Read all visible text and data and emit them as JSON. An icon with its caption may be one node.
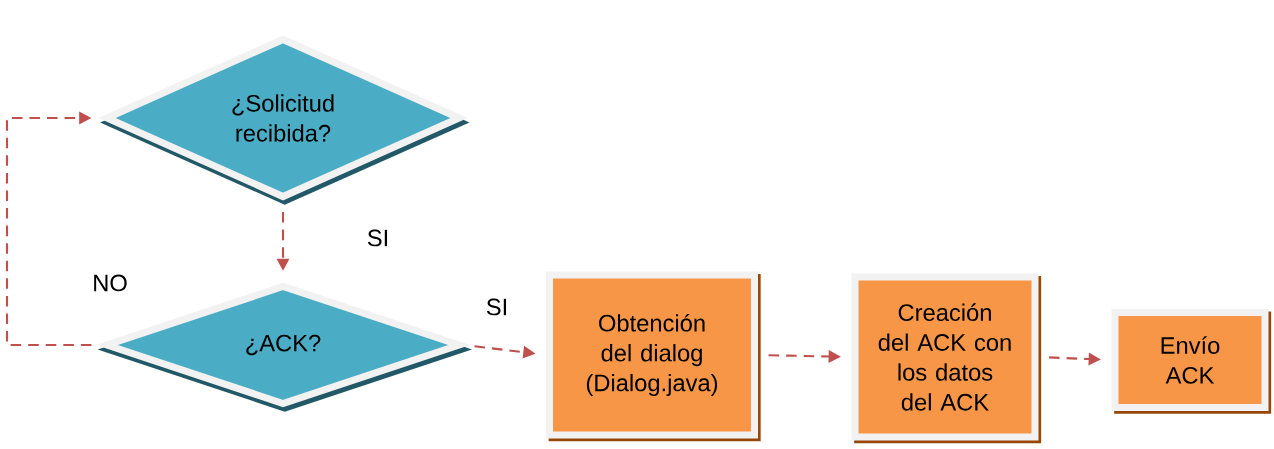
{
  "diagram": {
    "nodes": [
      {
        "text": [
          "¿Solicitud recibida?"
        ]
      },
      {
        "text": [
          "¿ACK?"
        ]
      },
      {
        "text": [
          "Obtención del dialog (Dialog.java)"
        ]
      },
      {
        "text": [
          "Creación del ACK con los datos del ACK"
        ]
      },
      {
        "text": [
          "Envío ACK"
        ]
      }
    ],
    "edges": [
      {
        "from": 0,
        "to": 1,
        "arrow": "to",
        "style": "dashed",
        "label": "SI"
      },
      {
        "from": 1,
        "to": 0,
        "arrow": "to",
        "style": "dashed",
        "label": "NO"
      },
      {
        "from": 1,
        "to": 2,
        "arrow": "to",
        "style": "dashed",
        "label": "SI"
      },
      {
        "from": 2,
        "to": 3,
        "arrow": "to",
        "style": "dashed"
      },
      {
        "from": 3,
        "to": 4,
        "arrow": "to",
        "style": "dashed"
      }
    ]
  }
}
